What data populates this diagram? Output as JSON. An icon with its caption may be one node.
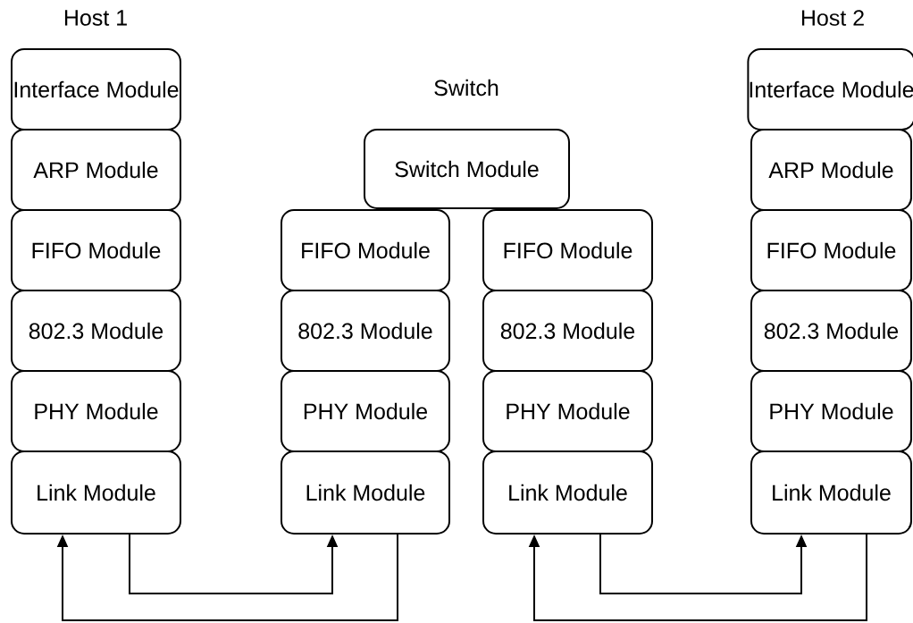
{
  "diagram": {
    "nodes": [
      {
        "text": [
          "Interface Module"
        ]
      },
      {
        "text": [
          "ARP Module"
        ]
      },
      {
        "text": [
          "FIFO Module"
        ]
      },
      {
        "text": [
          "802.3 Module"
        ]
      },
      {
        "text": [
          "PHY Module"
        ]
      },
      {
        "text": [
          "Link Module"
        ]
      },
      {
        "text": [
          "Switch Module"
        ]
      },
      {
        "text": [
          "FIFO Module"
        ]
      },
      {
        "text": [
          "802.3 Module"
        ]
      },
      {
        "text": [
          "PHY Module"
        ]
      },
      {
        "text": [
          "Link Module"
        ]
      },
      {
        "text": [
          "FIFO Module"
        ]
      },
      {
        "text": [
          "802.3 Module"
        ]
      },
      {
        "text": [
          "PHY Module"
        ]
      },
      {
        "text": [
          "Link Module"
        ]
      },
      {
        "text": [
          "Interface Module"
        ]
      },
      {
        "text": [
          "ARP Module"
        ]
      },
      {
        "text": [
          "FIFO Module"
        ]
      },
      {
        "text": [
          "802.3 Module"
        ]
      },
      {
        "text": [
          "PHY Module"
        ]
      },
      {
        "text": [
          "Link Module"
        ]
      }
    ],
    "edges": [
      {
        "from": 5,
        "to": 10,
        "arrow": "to"
      },
      {
        "from": 10,
        "to": 5,
        "arrow": "to"
      },
      {
        "from": 14,
        "to": 20,
        "arrow": "to"
      },
      {
        "from": 20,
        "to": 14,
        "arrow": "to"
      }
    ],
    "labels": [
      "Host 1",
      "Host 2",
      "Switch"
    ]
  }
}
